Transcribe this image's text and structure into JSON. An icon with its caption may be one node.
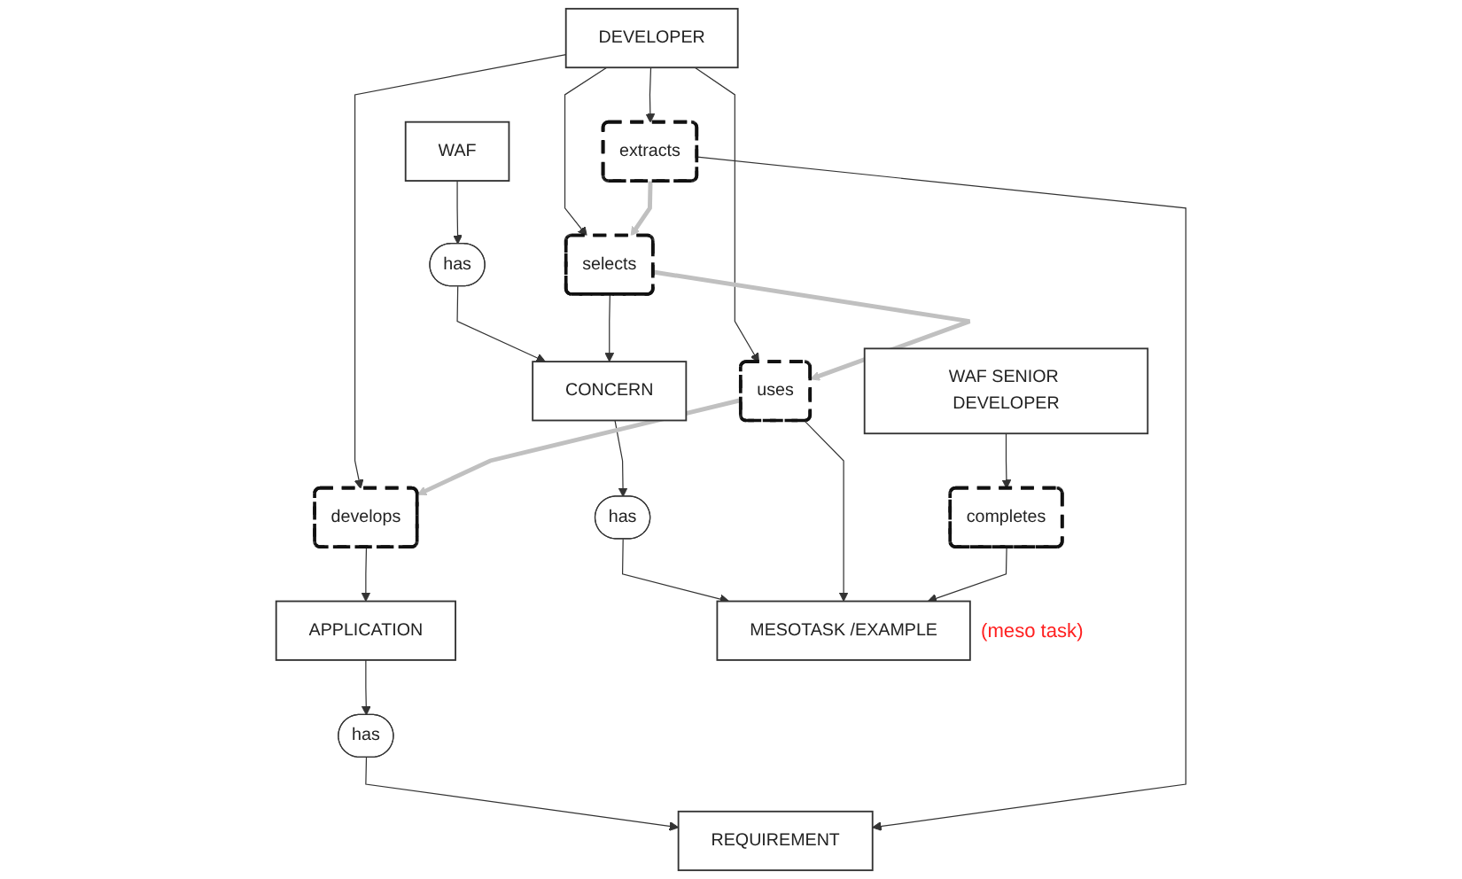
{
  "diagram": {
    "nodes": [
      {
        "text": [
          "DEVELOPER"
        ]
      },
      {
        "text": [
          "WAF"
        ]
      },
      {
        "text": [
          "selects"
        ]
      },
      {
        "text": [
          "has"
        ]
      },
      {
        "text": [
          "extracts"
        ]
      },
      {
        "text": [
          "CONCERN"
        ]
      },
      {
        "text": [
          "develops"
        ]
      },
      {
        "text": [
          "uses"
        ]
      },
      {
        "text": [
          "APPLICATION"
        ]
      },
      {
        "text": [
          "has"
        ]
      },
      {
        "text": [
          "has"
        ]
      },
      {
        "text": [
          "REQUIREMENT"
        ]
      },
      {
        "text": [
          "MESOTASK /EXAMPLE"
        ],
        "beside": [
          "(meso task)"
        ]
      },
      {
        "text": [
          "WAF SENIOR DEVELOPER"
        ]
      },
      {
        "text": [
          "completes"
        ]
      }
    ],
    "edges": [
      {
        "from": 0,
        "to": 6,
        "arrow": "to"
      },
      {
        "from": 0,
        "to": 4,
        "arrow": "to"
      },
      {
        "from": 0,
        "to": 2,
        "arrow": "to"
      },
      {
        "from": 0,
        "to": 7,
        "arrow": "to"
      },
      {
        "from": 1,
        "to": 3,
        "arrow": "to"
      },
      {
        "from": 3,
        "to": 5,
        "arrow": "to"
      },
      {
        "from": 2,
        "to": 5,
        "arrow": "to"
      },
      {
        "from": 5,
        "to": 9,
        "arrow": "to"
      },
      {
        "from": 9,
        "to": 12,
        "arrow": "to"
      },
      {
        "from": 6,
        "to": 8,
        "arrow": "to"
      },
      {
        "from": 8,
        "to": 10,
        "arrow": "to"
      },
      {
        "from": 10,
        "to": 11,
        "arrow": "to"
      },
      {
        "from": 4,
        "to": 11,
        "arrow": "to"
      },
      {
        "from": 7,
        "to": 12,
        "arrow": "to"
      },
      {
        "from": 13,
        "to": 14,
        "arrow": "to"
      },
      {
        "from": 14,
        "to": 12,
        "arrow": "to"
      },
      {
        "from": 4,
        "to": 2,
        "arrow": "to",
        "style": "thick",
        "color": "#c0c0c0"
      },
      {
        "from": 2,
        "to": 7,
        "arrow": "to",
        "style": "thick",
        "color": "#c0c0c0"
      },
      {
        "from": 7,
        "to": 6,
        "arrow": "to",
        "style": "thick",
        "color": "#c0c0c0"
      }
    ]
  }
}
